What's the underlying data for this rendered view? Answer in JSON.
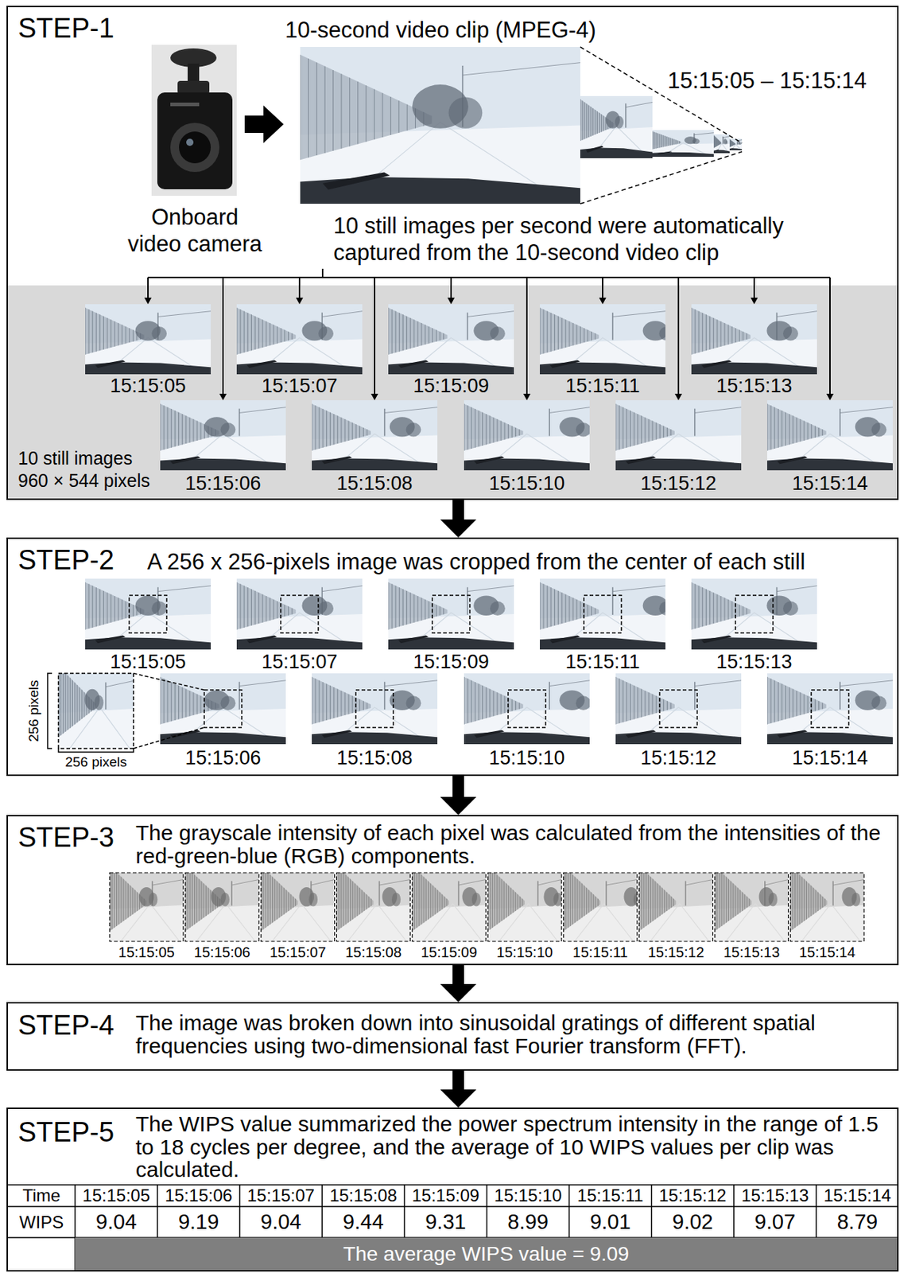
{
  "diagram": {
    "nodes": [
      {
        "text": [
          "STEP-1",
          "10-second video clip (MPEG-4)",
          "15:15:05 – 15:15:14",
          "Onboard video camera",
          "10 still images per second were automatically captured from the 10-second video clip"
        ]
      },
      {
        "text": [
          "10 still images",
          "960 × 544 pixels"
        ],
        "in": 0
      },
      {
        "text": [
          "STEP-2",
          "A 256 x 256-pixels image was cropped from the center of each still"
        ]
      },
      {
        "text": [
          "STEP-3",
          "The grayscale intensity of each pixel was calculated from the intensities of the red-green-blue (RGB) components."
        ]
      },
      {
        "text": [
          "STEP-4",
          "The image was broken down into sinusoidal gratings of different spatial frequencies using two-dimensional fast Fourier transform (FFT)."
        ]
      },
      {
        "text": [
          "STEP-5",
          "The WIPS value summarized the power spectrum intensity in the range of 1.5 to 18 cycles per degree, and the average of 10 WIPS values per clip was calculated."
        ]
      },
      {
        "text": [
          "The average WIPS value = 9.09"
        ],
        "in": 5
      }
    ],
    "edges": [
      {
        "from": 0,
        "to": 2,
        "arrow": "to"
      },
      {
        "from": 2,
        "to": 3,
        "arrow": "to"
      },
      {
        "from": 3,
        "to": 4,
        "arrow": "to"
      },
      {
        "from": 4,
        "to": 5,
        "arrow": "to"
      }
    ],
    "labels": [
      "15:15:05",
      "15:15:07",
      "15:15:09",
      "15:15:11",
      "15:15:13",
      "15:15:06",
      "15:15:08",
      "15:15:10",
      "15:15:12",
      "15:15:14",
      "15:15:05",
      "15:15:07",
      "15:15:09",
      "15:15:11",
      "15:15:13",
      "15:15:06",
      "15:15:08",
      "15:15:10",
      "15:15:12",
      "15:15:14",
      "256 pixels",
      "256 pixels",
      "15:15:05",
      "15:15:06",
      "15:15:07",
      "15:15:08",
      "15:15:09",
      "15:15:10",
      "15:15:11",
      "15:15:12",
      "15:15:13",
      "15:15:14",
      "Time",
      "15:15:05",
      "15:15:06",
      "15:15:07",
      "15:15:08",
      "15:15:09",
      "15:15:10",
      "15:15:11",
      "15:15:12",
      "15:15:13",
      "15:15:14",
      "WIPS",
      "9.04",
      "9.19",
      "9.04",
      "9.44",
      "9.31",
      "8.99",
      "9.01",
      "9.02",
      "9.07",
      "8.79"
    ]
  }
}
